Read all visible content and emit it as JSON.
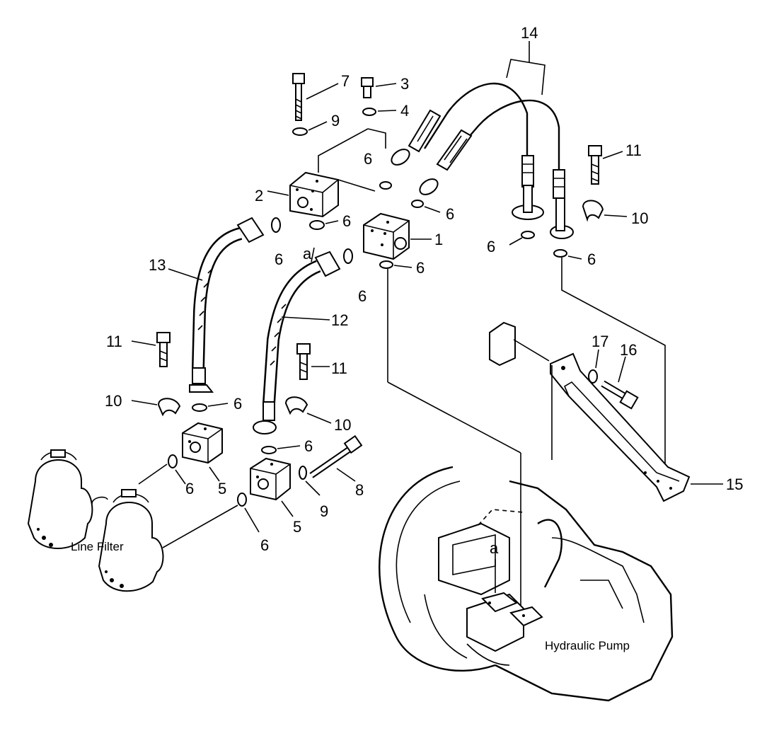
{
  "labels": {
    "line_filter": "Line Filter",
    "hydraulic_pump": "Hydraulic Pump",
    "ref_a": "a"
  },
  "part_numbers": {
    "p1": "1",
    "p2": "2",
    "p3": "3",
    "p4": "4",
    "p5": "5",
    "p6": "6",
    "p6_alt": "6",
    "p7": "7",
    "p8": "8",
    "p9": "9",
    "p10": "10",
    "p11": "11",
    "p12": "12",
    "p13": "13",
    "p14": "14",
    "p15": "15",
    "p16": "16",
    "p17": "17"
  }
}
